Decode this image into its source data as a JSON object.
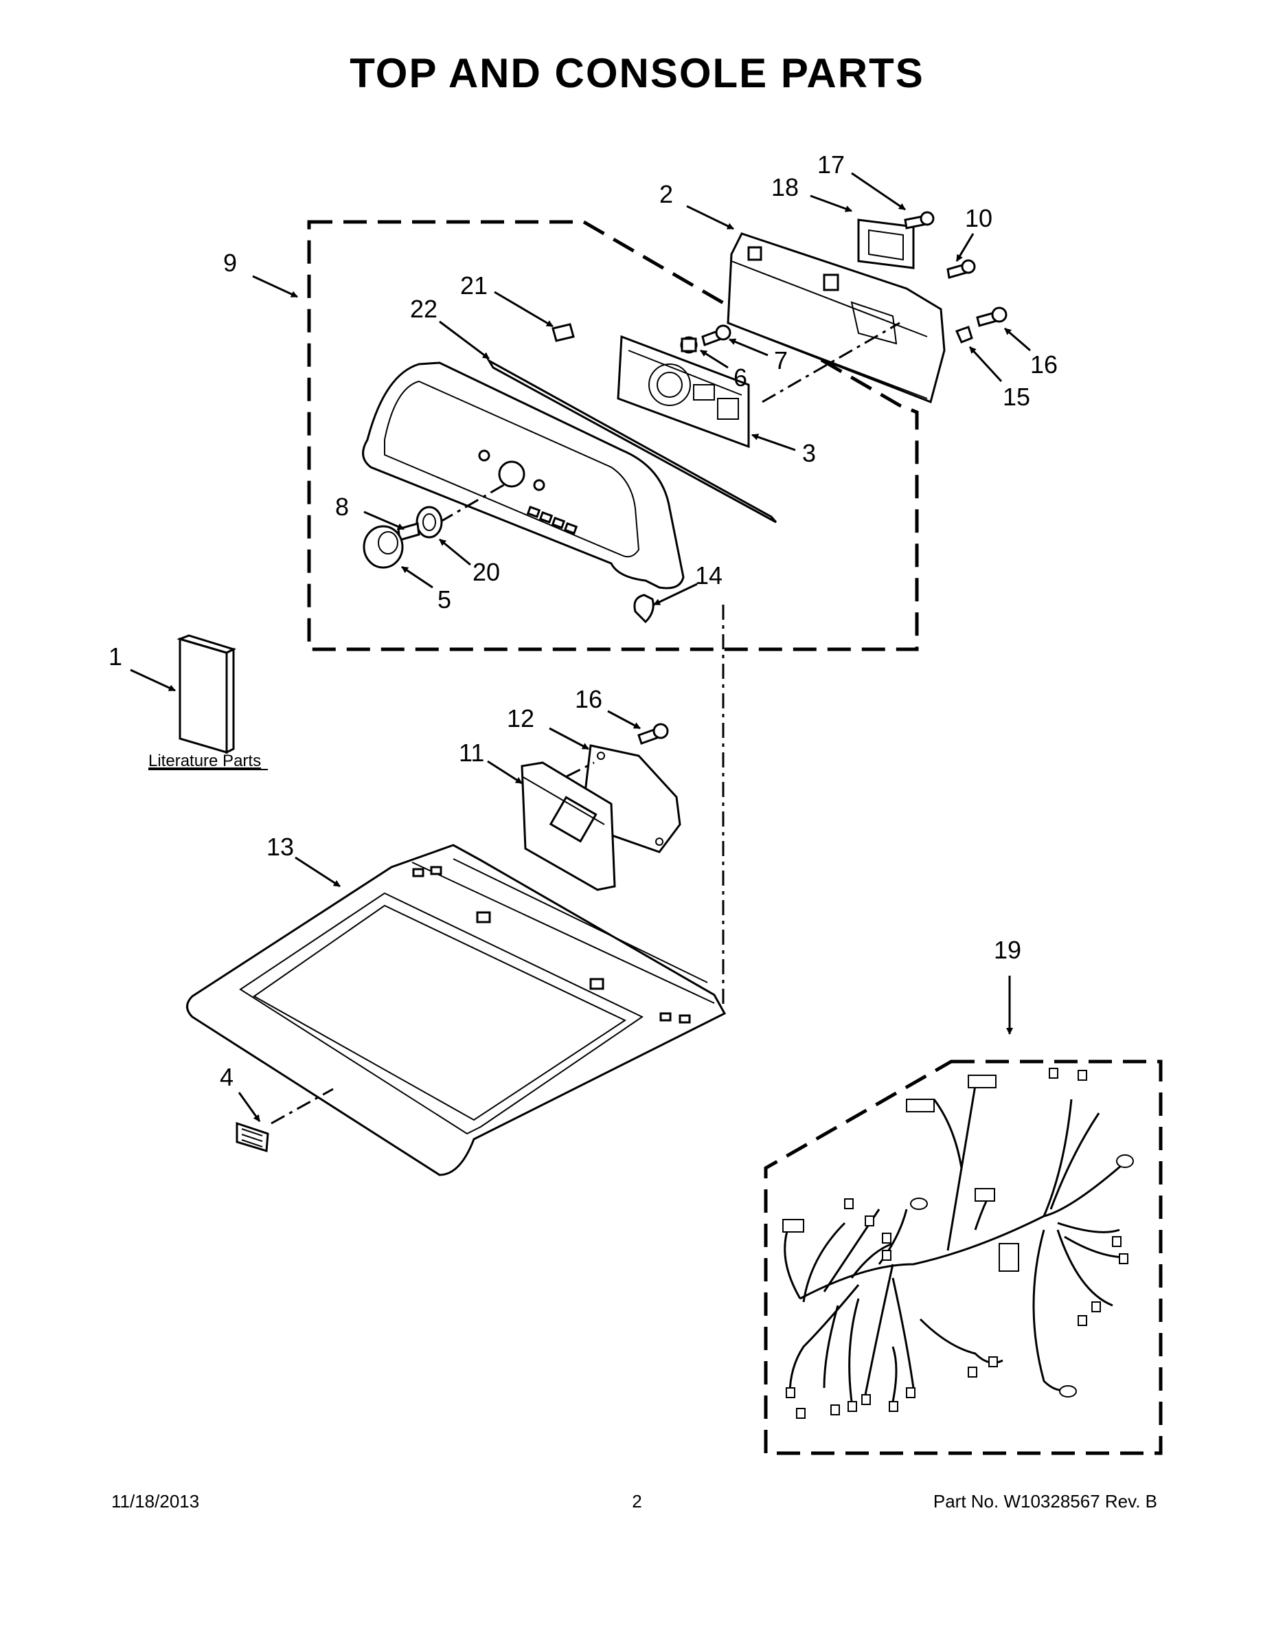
{
  "page": {
    "title": "TOP AND CONSOLE PARTS"
  },
  "callouts": {
    "c1": "1",
    "c2": "2",
    "c3": "3",
    "c4": "4",
    "c5": "5",
    "c6": "6",
    "c7": "7",
    "c8": "8",
    "c9": "9",
    "c10": "10",
    "c11": "11",
    "c12": "12",
    "c13": "13",
    "c14": "14",
    "c15": "15",
    "c16a": "16",
    "c16b": "16",
    "c17": "17",
    "c18": "18",
    "c19": "19",
    "c20": "20",
    "c21": "21",
    "c22": "22"
  },
  "literature_label": "Literature Parts",
  "footer": {
    "date": "11/18/2013",
    "page_number": "2",
    "part_info": "Part No.  W10328567  Rev.  B"
  }
}
